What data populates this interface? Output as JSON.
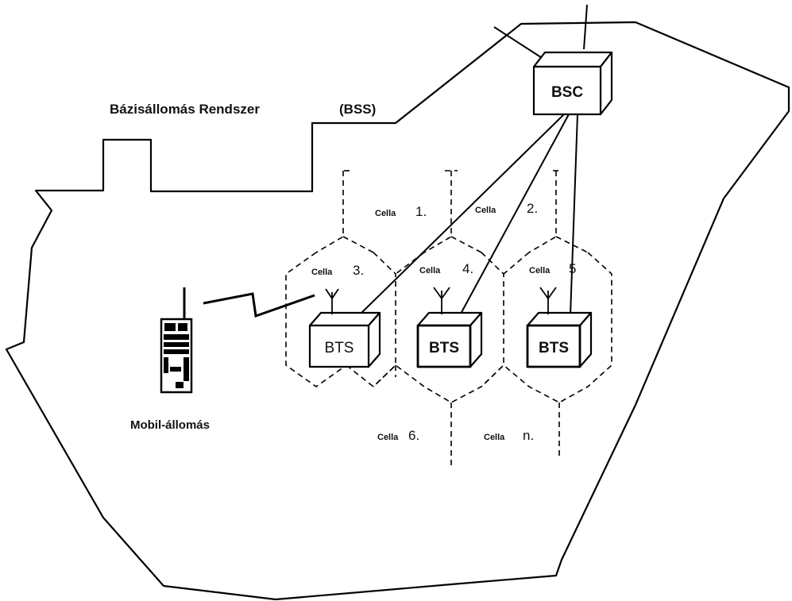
{
  "labels": {
    "bss_title": "Bázisállomás Rendszer",
    "bss_abbr": "(BSS)",
    "mobile_station": "Mobil-állomás"
  },
  "controller": {
    "label": "BSC"
  },
  "stations": [
    {
      "label": "BTS"
    },
    {
      "label": "BTS"
    },
    {
      "label": "BTS"
    }
  ],
  "cells": [
    {
      "word": "Cella",
      "number": "1."
    },
    {
      "word": "Cella",
      "number": "2."
    },
    {
      "word": "Cella",
      "number": "3."
    },
    {
      "word": "Cella",
      "number": "4."
    },
    {
      "word": "Cella",
      "number": "5"
    },
    {
      "word": "Cella",
      "number": "6."
    },
    {
      "word": "Cella",
      "number": "n."
    }
  ],
  "icons": {
    "bsc": "bsc-box-icon",
    "bts": "bts-box-icon",
    "antenna": "antenna-icon",
    "mobile": "mobile-phone-icon",
    "radio_link": "radio-link-icon"
  }
}
